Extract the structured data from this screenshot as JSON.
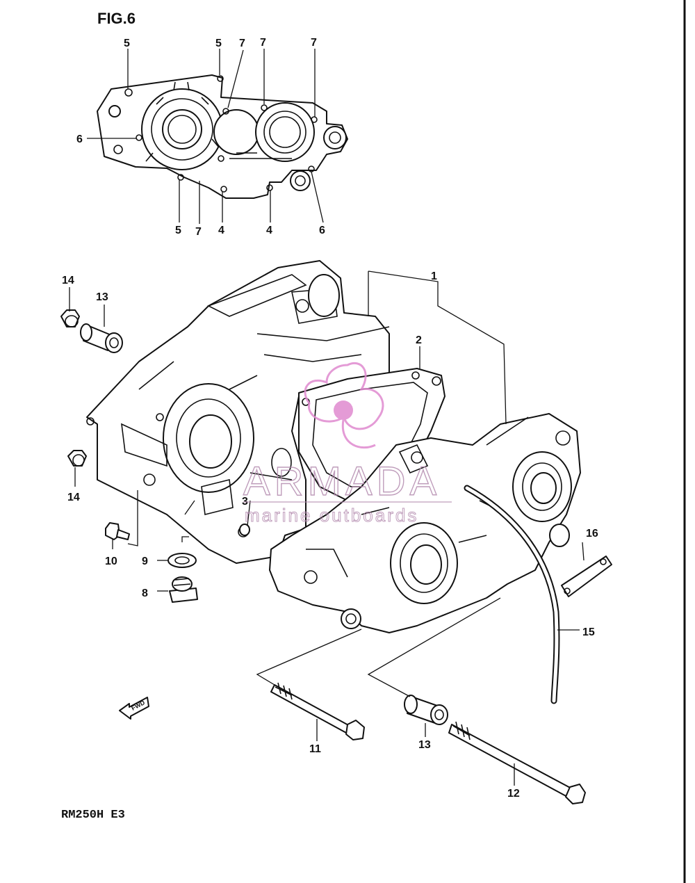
{
  "figure": {
    "title": "FIG.6",
    "model": "RM250H E3",
    "forward_label": "FWD"
  },
  "watermark": {
    "brand": "ARMADA",
    "tagline": "marine outboards",
    "color": "#e08ad0"
  },
  "inset_callouts": [
    {
      "id": "i5a",
      "label": "5"
    },
    {
      "id": "i5b",
      "label": "5"
    },
    {
      "id": "i7a",
      "label": "7"
    },
    {
      "id": "i7b",
      "label": "7"
    },
    {
      "id": "i7c",
      "label": "7"
    },
    {
      "id": "i6a",
      "label": "6"
    },
    {
      "id": "i5c",
      "label": "5"
    },
    {
      "id": "i7d",
      "label": "7"
    },
    {
      "id": "i4a",
      "label": "4"
    },
    {
      "id": "i4b",
      "label": "4"
    },
    {
      "id": "i6b",
      "label": "6"
    }
  ],
  "part_callouts": [
    {
      "id": "p1",
      "label": "1"
    },
    {
      "id": "p2",
      "label": "2"
    },
    {
      "id": "p3",
      "label": "3"
    },
    {
      "id": "p14a",
      "label": "14"
    },
    {
      "id": "p13a",
      "label": "13"
    },
    {
      "id": "p14b",
      "label": "14"
    },
    {
      "id": "p10",
      "label": "10"
    },
    {
      "id": "p9",
      "label": "9"
    },
    {
      "id": "p8",
      "label": "8"
    },
    {
      "id": "p16",
      "label": "16"
    },
    {
      "id": "p15",
      "label": "15"
    },
    {
      "id": "p11",
      "label": "11"
    },
    {
      "id": "p13b",
      "label": "13"
    },
    {
      "id": "p12",
      "label": "12"
    }
  ]
}
